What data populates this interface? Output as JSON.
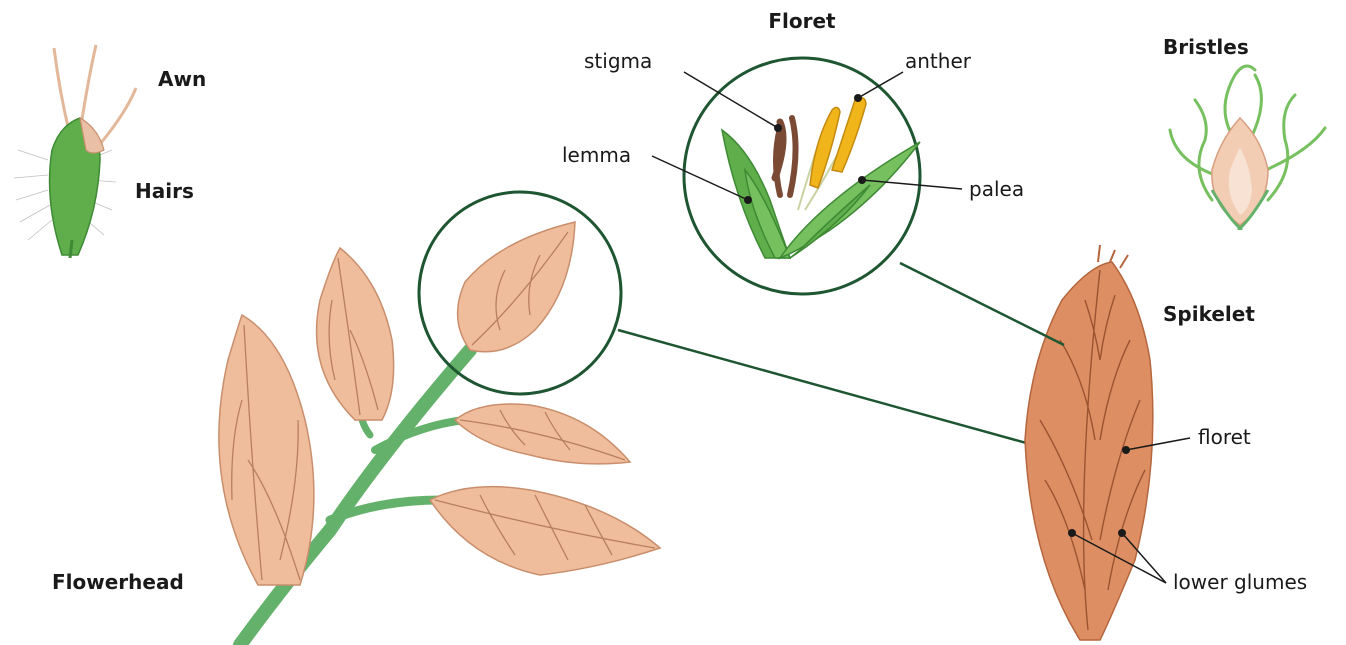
{
  "title": "Floret",
  "labels": {
    "awn": "Awn",
    "hairs": "Hairs",
    "flowerhead": "Flowerhead",
    "bristles": "Bristles",
    "spikelet": "Spikelet",
    "stigma": "stigma",
    "anther": "anther",
    "lemma": "lemma",
    "palea": "palea",
    "floret": "floret",
    "lower_glumes": "lower glumes"
  },
  "colors": {
    "zoom_outline": "#1e5631",
    "stem_green": "#63b16a",
    "bud_peach": "#efbd9c",
    "spikelet_orange": "#dd8f63",
    "anther_yellow": "#f0b51a",
    "stigma_brown": "#7a4a34"
  }
}
